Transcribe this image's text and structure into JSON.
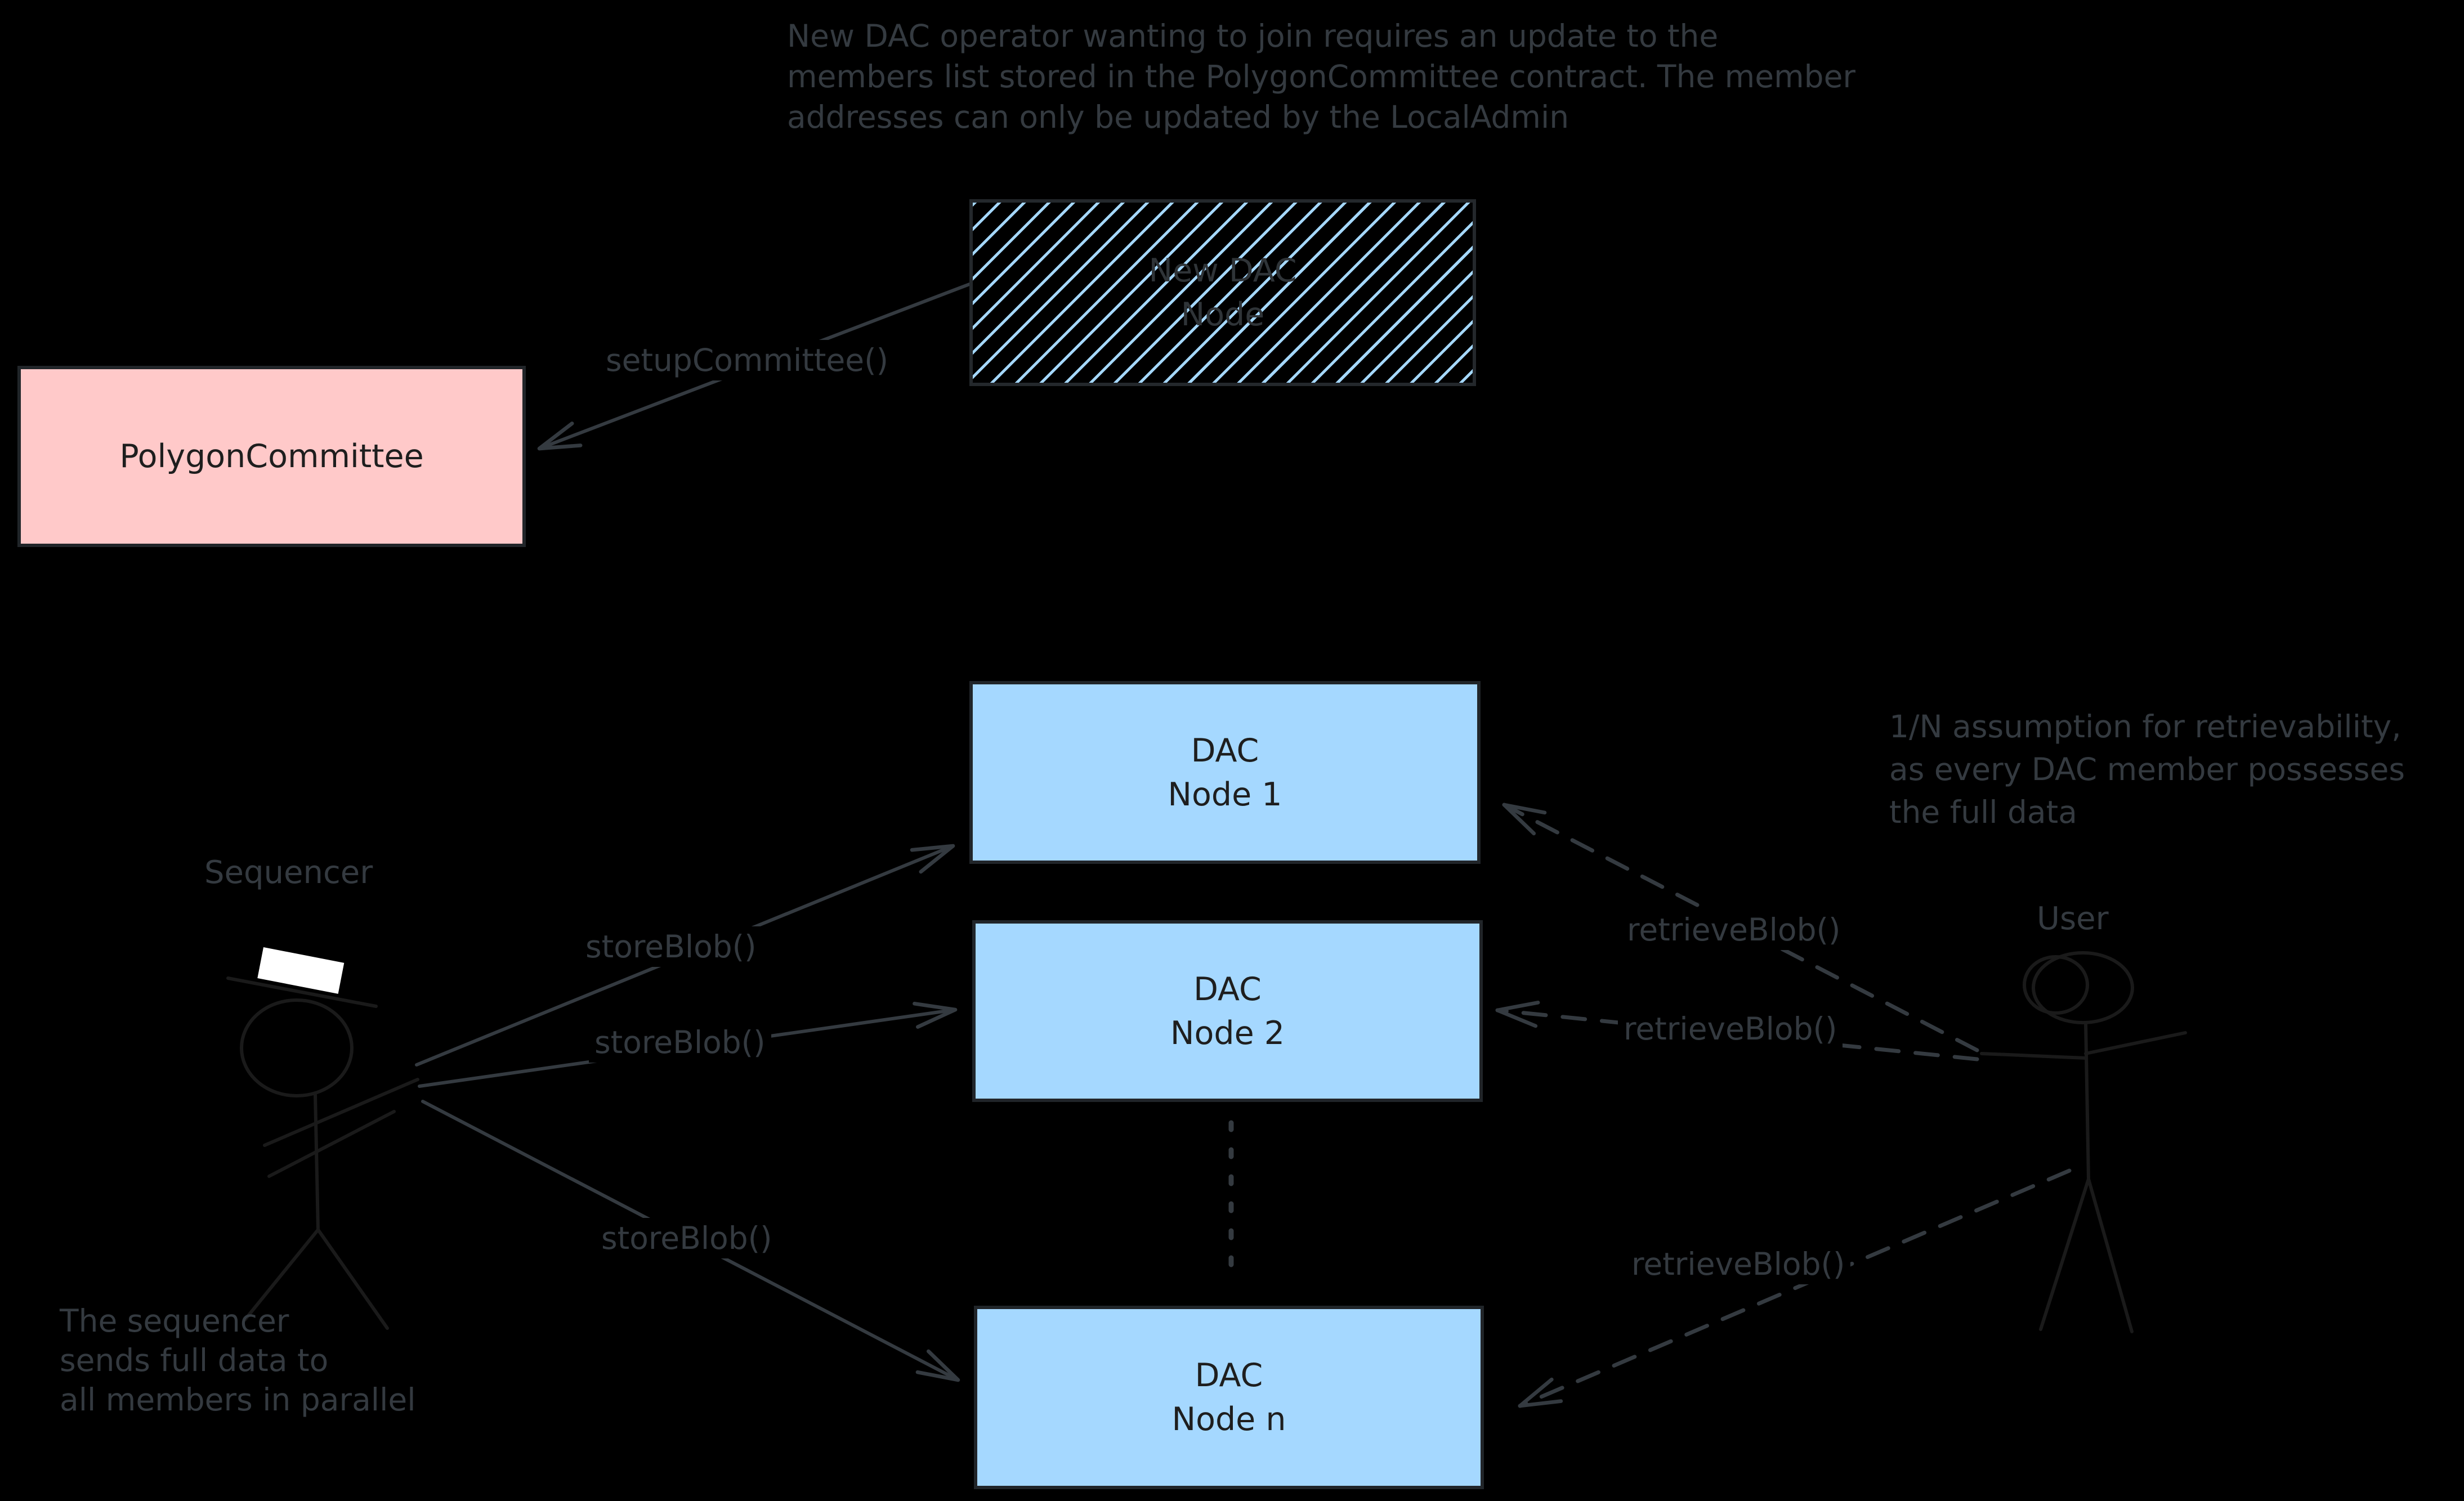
{
  "colors": {
    "background": "#000000",
    "annotation_text": "#343a40",
    "arrow_stroke": "#343a40",
    "dark_stroke": "#1e1e1e",
    "dac_node_fill": "#a5d8ff",
    "committee_fill": "#ffc9c9",
    "hatch_line": "#a5d8ff",
    "sequencer_hat": "#ffffff"
  },
  "notes": {
    "top": {
      "lines": [
        "New DAC operator wanting to join requires an update to the",
        "members list stored in the PolygonCommittee contract. The member",
        "addresses can only be updated by the LocalAdmin"
      ]
    },
    "retrievability": {
      "lines": [
        "1/N assumption for retrievability,",
        "as every DAC member possesses",
        "the full data"
      ]
    },
    "sequencer": {
      "lines": [
        "The sequencer",
        "sends full data to",
        "all members in parallel"
      ]
    }
  },
  "boxes": {
    "new_dac_node": {
      "line1": "New DAC",
      "line2": "Node"
    },
    "polygon_committee": {
      "label": "PolygonCommittee"
    },
    "dac_node_1": {
      "line1": "DAC",
      "line2": "Node 1"
    },
    "dac_node_2": {
      "line1": "DAC",
      "line2": "Node 2"
    },
    "dac_node_n": {
      "line1": "DAC",
      "line2": "Node n"
    }
  },
  "actors": {
    "sequencer": {
      "label": "Sequencer"
    },
    "user": {
      "label": "User"
    }
  },
  "edges": {
    "setup_committee": {
      "label": "setupCommittee()"
    },
    "store_blob_1": {
      "label": "storeBlob()"
    },
    "store_blob_2": {
      "label": "storeBlob()"
    },
    "store_blob_3": {
      "label": "storeBlob()"
    },
    "retrieve_blob_1": {
      "label": "retrieveBlob()"
    },
    "retrieve_blob_2": {
      "label": "retrieveBlob()"
    },
    "retrieve_blob_3": {
      "label": "retrieveBlob()"
    }
  }
}
